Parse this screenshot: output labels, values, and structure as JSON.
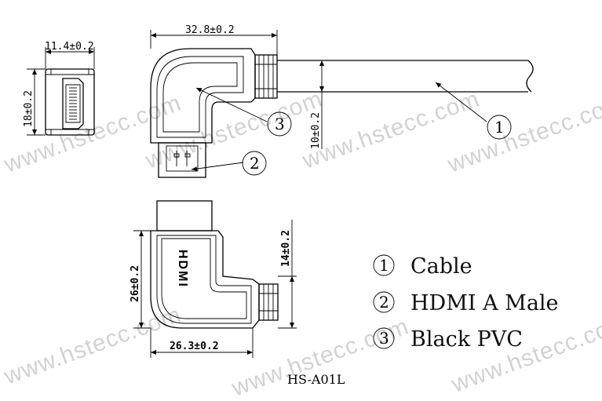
{
  "watermark": "www.hstecc.com",
  "dimensions": {
    "width_front": "11.4±0.2",
    "height_front": "18±0.2",
    "length_top": "32.8±0.2",
    "cable_dia": "10±0.2",
    "height_side": "26±0.2",
    "width_side": "26.3±0.2",
    "offset_side": "14±0.2"
  },
  "callouts": [
    "1",
    "2",
    "3"
  ],
  "side_logo": "HDMI",
  "legend": [
    {
      "num": "1",
      "label": "Cable"
    },
    {
      "num": "2",
      "label": "HDMI A Male"
    },
    {
      "num": "3",
      "label": "Black PVC"
    }
  ],
  "model": "HS-A01L"
}
